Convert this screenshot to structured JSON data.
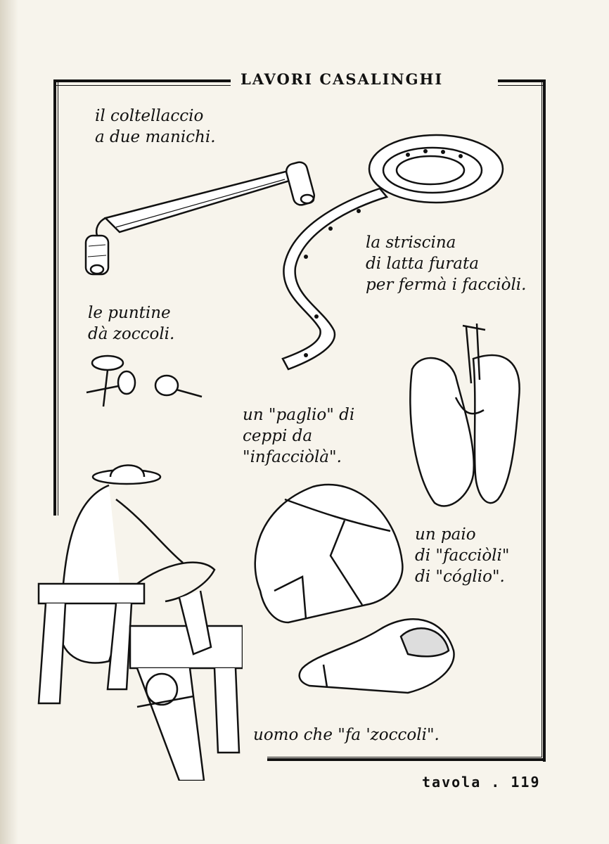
{
  "header": {
    "title": "LAVORI CASALINGHI"
  },
  "captions": {
    "coltellaccio_1": "il coltellaccio",
    "coltellaccio_2": "a due manichi.",
    "striscina_1": "la striscina",
    "striscina_2": "di latta furata",
    "striscina_3": "per fermà i facciòli.",
    "puntine_1": "le puntine",
    "puntine_2": "dà zoccoli.",
    "paglio_1": "un \"paglio\" di",
    "paglio_2": "ceppi da",
    "paglio_3": "\"infacciòlà\".",
    "paio_1": "un paio",
    "paio_2": "di \"facciòli\"",
    "paio_3": "di \"cóglio\".",
    "uomo": "uomo che \"fa 'zoccoli\"."
  },
  "footer": {
    "page_label": "tavola . 119"
  }
}
